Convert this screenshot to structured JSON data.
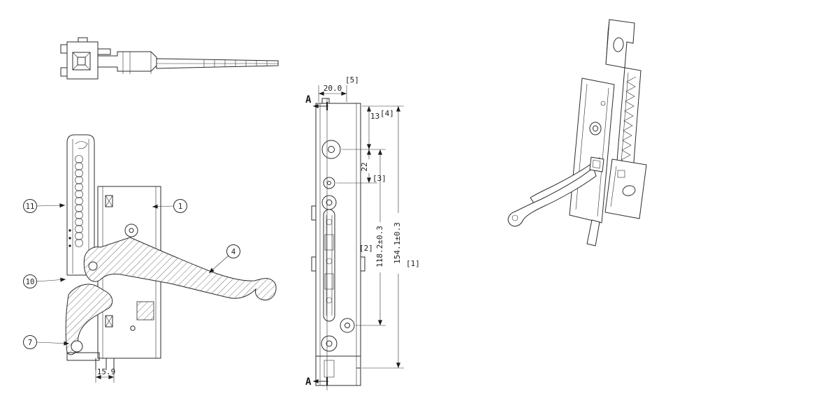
{
  "callouts": {
    "c11": "11",
    "c1": "1",
    "c4": "4",
    "c10": "10",
    "c7": "7"
  },
  "dims": {
    "base_width": "15.9",
    "top_width": "20.0",
    "ref5": "[5]",
    "d13": "13",
    "ref4": "[4]",
    "d22": "22",
    "ref3": "[3]",
    "ref2": "[2]",
    "d118": "118.2±0.3",
    "d154": "154.1±0.3",
    "ref1": "[1]",
    "section": "A"
  }
}
